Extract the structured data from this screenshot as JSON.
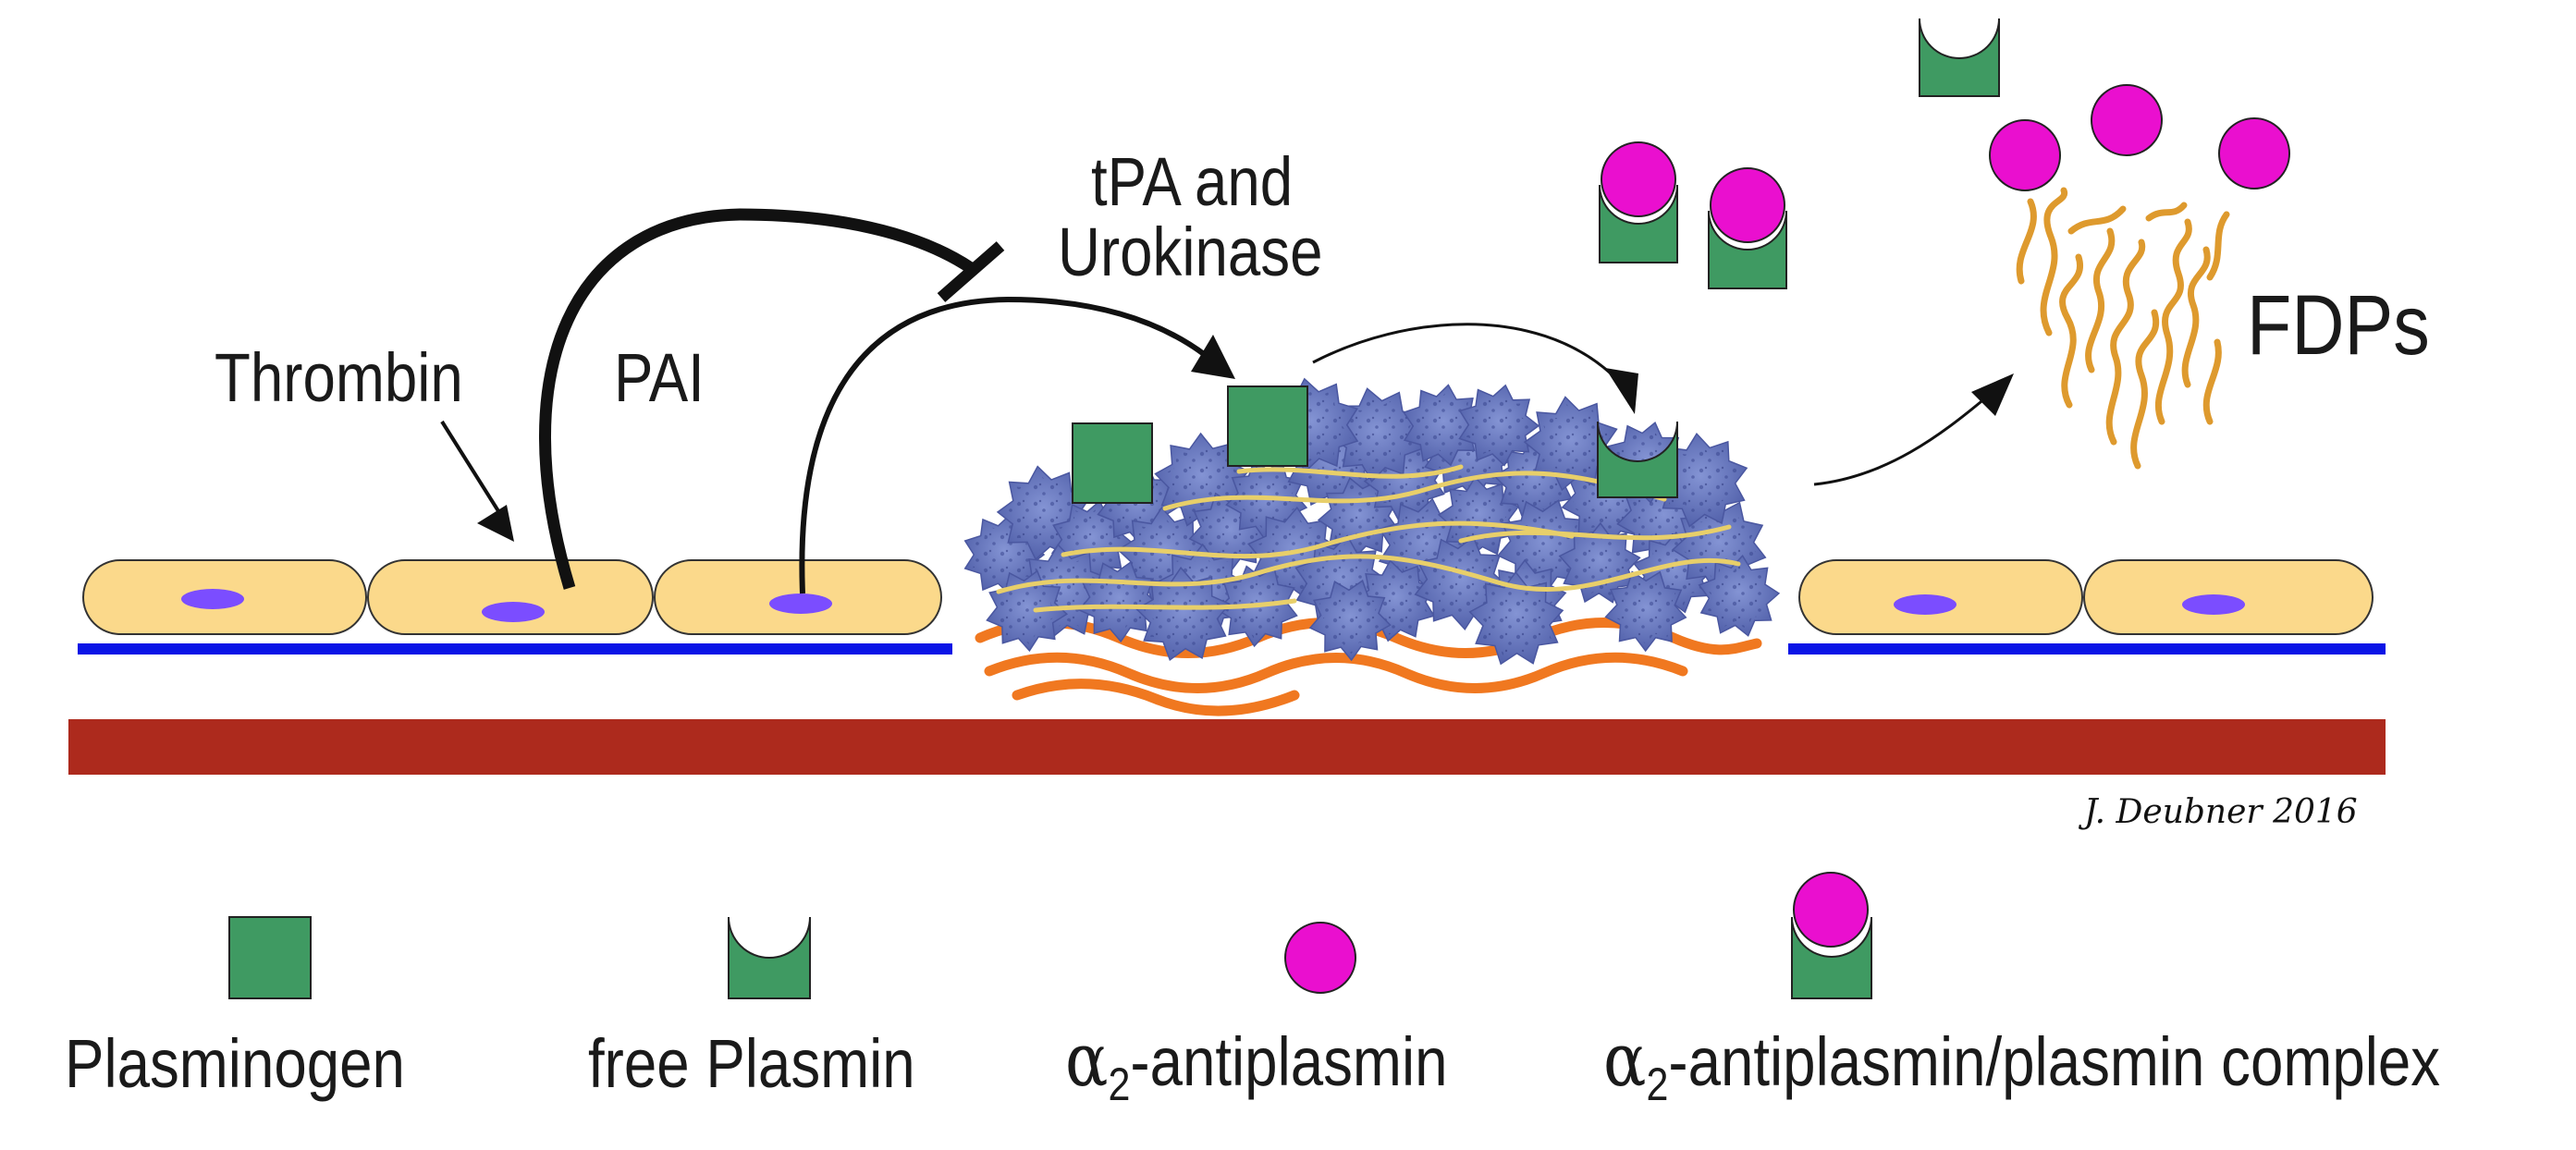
{
  "labels": {
    "thrombin": "Thrombin",
    "pai": "PAI",
    "tpa_line1": "tPA and",
    "tpa_line2": "Urokinase",
    "fdps": "FDPs",
    "signature": "J. Deubner 2016"
  },
  "legend": {
    "plasminogen": "Plasminogen",
    "free_plasmin": "free Plasmin",
    "alpha_symbol": "α",
    "alpha_sub": "2",
    "antiplasmin_suffix": "-antiplasmin",
    "complex_suffix": "-antiplasmin/plasmin complex"
  },
  "colors": {
    "cell_fill": "#fbd98b",
    "nucleus": "#7b4dff",
    "basement_membrane": "#0a14e6",
    "vessel_wall": "#ad2a1d",
    "collagen": "#f07820",
    "platelet": "#6f7fc4",
    "fibrin_strand": "#e8cf6a",
    "plasmin_green": "#3f9a62",
    "antiplasmin_magenta": "#ea0fcf",
    "fdp_orange": "#de9a2e"
  }
}
